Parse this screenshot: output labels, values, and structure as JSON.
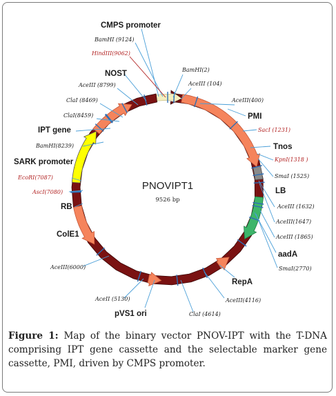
{
  "map": {
    "title": "PNOVIPT1",
    "size": "9526 bp",
    "colors": {
      "backbone": "#f3eebf",
      "backbone_edge": "#c9c088",
      "orange": "#f5845c",
      "orange_dark": "#c8593a",
      "darkred": "#7a1212",
      "gray": "#8a8a8a",
      "yellow": "#ffff00",
      "green": "#3db56a",
      "leader": "#4a9fd8",
      "tick": "#2f6fb5",
      "site_red": "#b22222"
    },
    "labels": {
      "cmps": "CMPS promoter",
      "bam9124": "BamHI (9124)",
      "hind": "HindIII(9062)",
      "nost": "NOST",
      "ace8799": "AceIII (8799)",
      "bam2": "BamHI(2)",
      "ace104": "AceIII (104)",
      "ace400": "AceIII(400)",
      "cla8469": "ClaI (8469)",
      "cla8459": "ClaI(8459)",
      "pmi": "PMI",
      "ipt": "IPT gene",
      "sac": "SacI (1231)",
      "bam8239": "BamHI(8239)",
      "tnos": "Tnos",
      "kpn": "KpnI(1318 )",
      "sark": "SARK promoter",
      "sma1525": "SmaI (1525)",
      "eco": "EcoRI(7087)",
      "asc": "AscI(7080)",
      "lb": "LB",
      "ace1632": "AceIII (1632)",
      "rb": "RB",
      "ace1647": "AceIII(1647)",
      "ace1865": "AceIII (1865)",
      "cole1": "ColE1",
      "aada": "aadA",
      "ace6000": "AceIII(6000)",
      "sma2770": "SmaI(2770)",
      "repa": "RepA",
      "ace4116": "AceIII(4116)",
      "ace5130": "AceII (5130)",
      "cla4614": "ClaI (4614)",
      "pvs1": "pVS1 ori"
    }
  },
  "caption": {
    "label": "Figure 1:",
    "text": "Map of the binary vector PNOV-IPT with the T-DNA comprising IPT gene cassette and the selectable marker gene cassette, PMI, driven by CMPS promoter."
  }
}
